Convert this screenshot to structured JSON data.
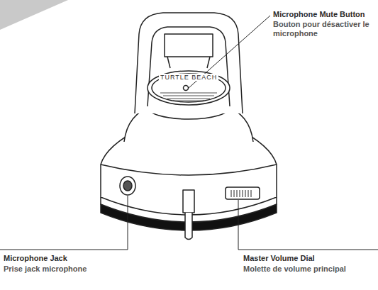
{
  "diagram": {
    "labels": [
      "Microphone Mute Button",
      "Bouton pour désactiver le microphone",
      "TURTLE BEACH",
      "Microphone Jack",
      "Prise jack microphone",
      "Master Volume Dial",
      "Molette de volume principal"
    ]
  }
}
